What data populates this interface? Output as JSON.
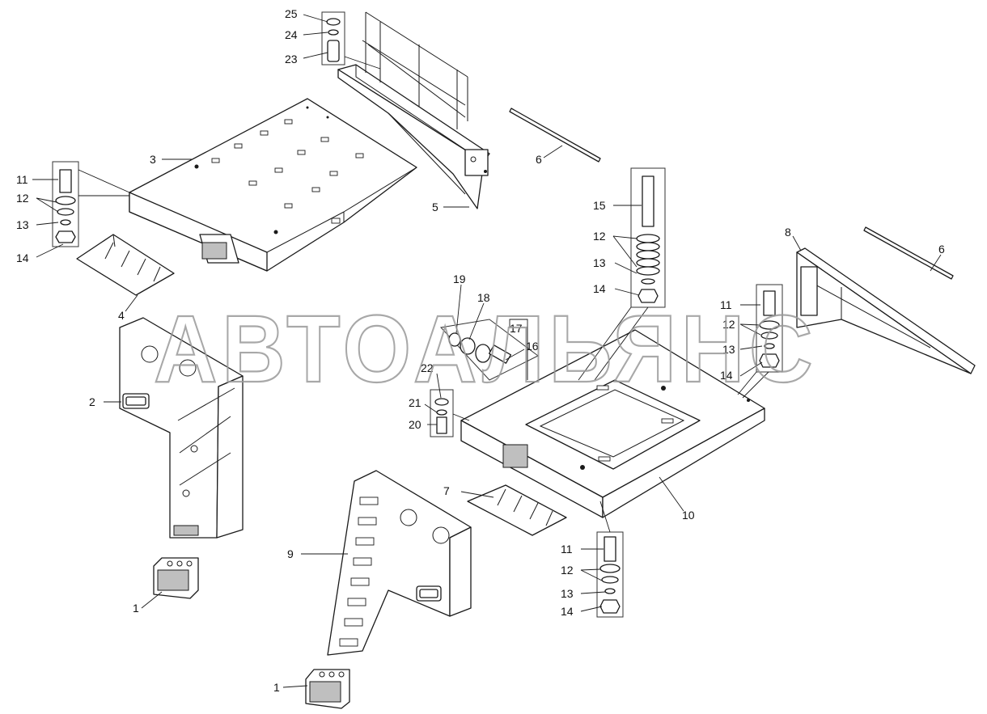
{
  "watermark": "АВТОАЛЬЯНС",
  "callouts": {
    "c1": "1",
    "c2": "2",
    "c3": "3",
    "c4": "4",
    "c5": "5",
    "c6": "6",
    "c7": "7",
    "c8": "8",
    "c9": "9",
    "c10": "10",
    "c11": "11",
    "c12": "12",
    "c13": "13",
    "c14": "14",
    "c15": "15",
    "c16": "16",
    "c17": "17",
    "c18": "18",
    "c19": "19",
    "c20": "20",
    "c21": "21",
    "c22": "22",
    "c23": "23",
    "c24": "24",
    "c25": "25"
  }
}
